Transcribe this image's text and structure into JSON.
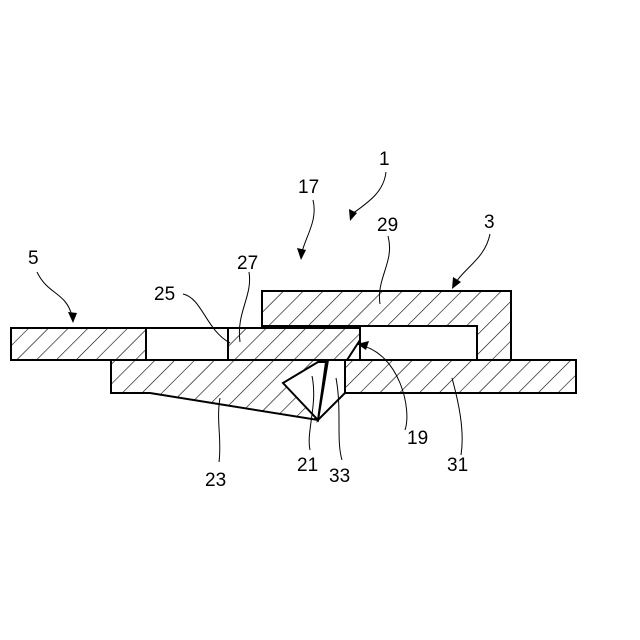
{
  "reference_numerals": {
    "n1": "1",
    "n17": "17",
    "n29": "29",
    "n3": "3",
    "n5": "5",
    "n27": "27",
    "n25": "25",
    "n19": "19",
    "n23": "23",
    "n21": "21",
    "n33": "33",
    "n31": "31"
  },
  "colors": {
    "line": "#000000",
    "background": "#ffffff"
  }
}
